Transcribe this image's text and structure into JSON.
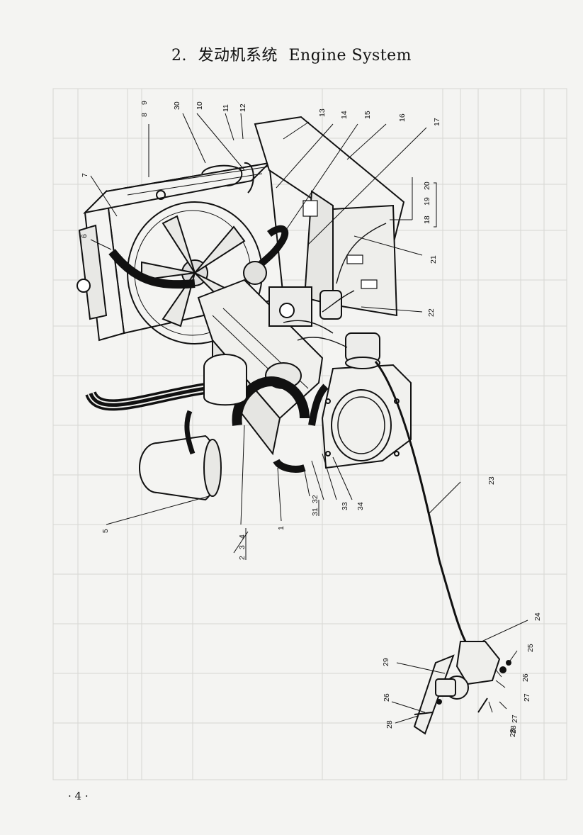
{
  "header": {
    "number": "2.",
    "title_cn": "发动机系统",
    "title_en": "Engine System"
  },
  "footer": {
    "page_number": "· 4 ·"
  },
  "diagram": {
    "callouts": [
      "1",
      "2",
      "3",
      "4",
      "5",
      "6",
      "7",
      "8",
      "9",
      "10",
      "11",
      "12",
      "13",
      "14",
      "15",
      "16",
      "17",
      "18",
      "19",
      "20",
      "21",
      "22",
      "23",
      "24",
      "25",
      "26",
      "27",
      "28",
      "29",
      "30",
      "31",
      "32",
      "33",
      "34"
    ],
    "duplicate_callouts": [
      "25",
      "26",
      "27",
      "28"
    ]
  }
}
